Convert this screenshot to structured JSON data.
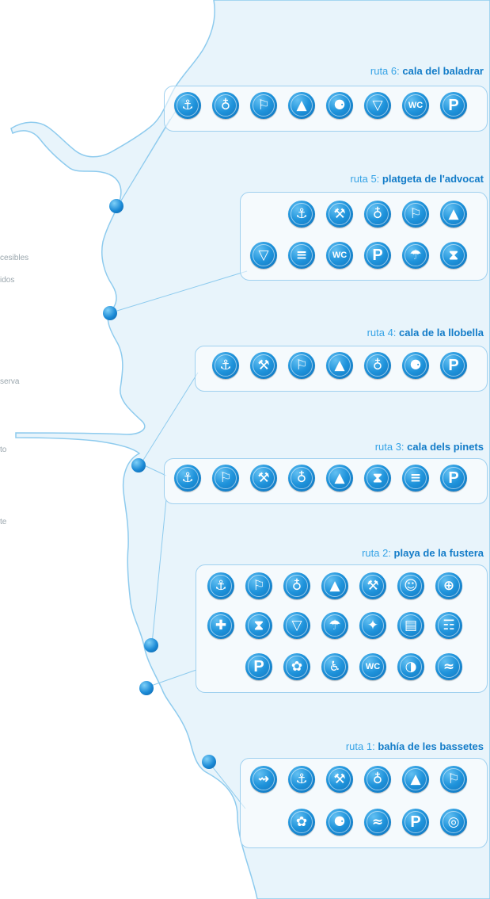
{
  "legend_fragments": [
    "cesibles",
    "idos",
    "serva",
    "to",
    "te"
  ],
  "routes": [
    {
      "prefix": "ruta 6:",
      "name": "cala del baladrar",
      "icons": [
        "kayaking-icon",
        "snorkel-icon",
        "windsurf-icon",
        "sailing-icon",
        "rocks-icon",
        "cocktail-icon",
        "wc-icon",
        "parking-icon"
      ]
    },
    {
      "prefix": "ruta 5:",
      "name": "platgeta de l'advocat",
      "icons": [
        "kayaking-icon",
        "hiking-icon",
        "snorkel-icon",
        "windsurf-icon",
        "sailing-icon",
        "cocktail-icon",
        "stones-icon",
        "wc-icon",
        "parking-icon",
        "shower-icon",
        "hourglass-icon"
      ]
    },
    {
      "prefix": "ruta 4:",
      "name": "cala de la llobella",
      "icons": [
        "kayaking-icon",
        "hiking-icon",
        "windsurf-icon",
        "sailing-icon",
        "snorkel-icon",
        "rocks-icon",
        "parking-icon"
      ]
    },
    {
      "prefix": "ruta 3:",
      "name": "cala dels pinets",
      "icons": [
        "kayaking-icon",
        "windsurf-icon",
        "hiking-icon",
        "snorkel-icon",
        "sailing-icon",
        "hourglass-icon",
        "stones-icon",
        "parking-icon"
      ]
    },
    {
      "prefix": "ruta 2:",
      "name": "playa de la fustera",
      "icons": [
        "kayaking-icon",
        "windsurf-icon",
        "snorkel-icon",
        "sailing-icon",
        "hiking-icon",
        "lifeguard-icon",
        "lifebuoy-icon",
        "first-aid-icon",
        "hourglass-icon",
        "cocktail-icon",
        "shower-icon",
        "playground-icon",
        "library-icon",
        "picnic-icon",
        "parking-icon",
        "flower-icon",
        "wheelchair-icon",
        "wc-icon",
        "beach-ball-icon",
        "water-icon"
      ]
    },
    {
      "prefix": "ruta 1:",
      "name": "bahía de les bassetes",
      "icons": [
        "diving-icon",
        "kayaking-icon",
        "hiking-icon",
        "snorkel-icon",
        "sailing-icon",
        "windsurf-icon",
        "flower-icon",
        "rocks-icon",
        "water-icon",
        "parking-icon",
        "restaurant-icon"
      ]
    }
  ],
  "icon_labels": {
    "wc-icon": "WC",
    "parking-icon": "P"
  }
}
